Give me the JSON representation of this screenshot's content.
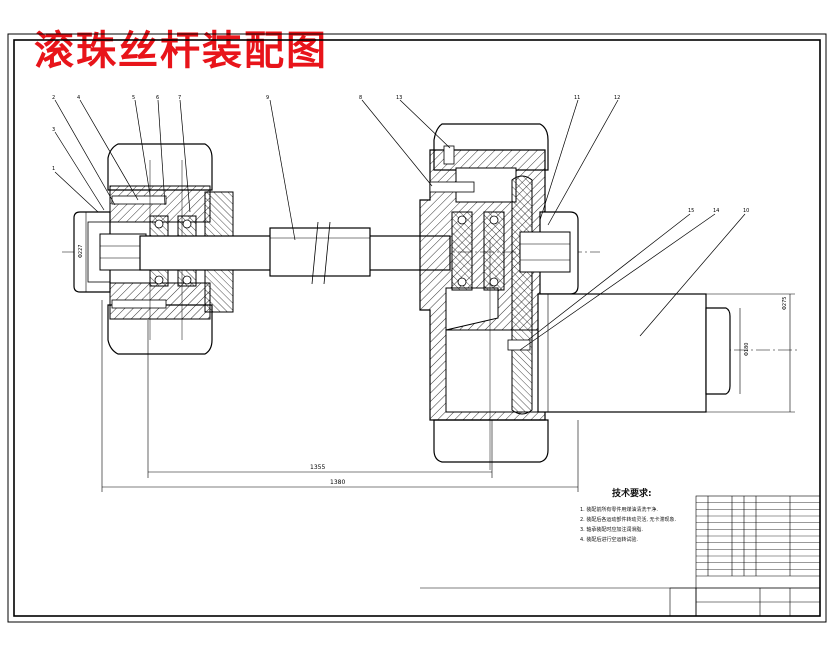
{
  "title": "滚珠丝杆装配图",
  "tech_requirements": {
    "title": "技术要求:",
    "items": [
      "1. 装配前所有零件用煤油清洗干净.",
      "2. 装配后各运动部件转动灵活, 无卡滞现象.",
      "3. 轴承装配时应加注润滑脂.",
      "4. 装配后进行空运转试验."
    ]
  },
  "balloons": [
    "1",
    "2",
    "3",
    "4",
    "5",
    "6",
    "7",
    "8",
    "9",
    "10",
    "11",
    "12",
    "13",
    "14",
    "15"
  ],
  "dimensions": {
    "len_short": "1355",
    "len_total": "1380",
    "dia_left": "Φ227",
    "dia_right_big": "Φ275",
    "dia_right_small": "Φ180"
  },
  "title_block": {
    "bom_rows": 12
  },
  "colors": {
    "title": "#e8141a",
    "line": "#000000",
    "center_line": "#000000"
  }
}
